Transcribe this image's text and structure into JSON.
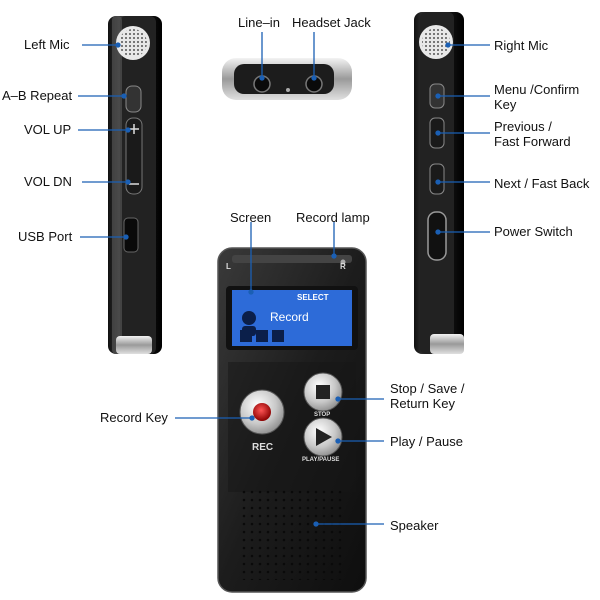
{
  "labels": {
    "left_mic": "Left Mic",
    "ab_repeat": "A–B Repeat",
    "vol_up": "VOL UP",
    "vol_dn": "VOL DN",
    "usb_port": "USB Port",
    "line_in": "Line–in",
    "headset_jack": "Headset Jack",
    "screen": "Screen",
    "record_lamp": "Record lamp",
    "record_key": "Record Key",
    "stop_save": "Stop / Save /",
    "return_key": "Return Key",
    "play_pause": "Play / Pause",
    "speaker": "Speaker",
    "right_mic": "Right Mic",
    "menu_confirm": "Menu /Confirm",
    "menu_key": "Key",
    "previous": "Previous /",
    "fast_forward": "Fast Forward",
    "next_fast_back": "Next / Fast Back",
    "power_switch": "Power Switch"
  },
  "device": {
    "screen_select": "SELECT",
    "screen_mode": "Record",
    "rec_label": "REC",
    "stop_label": "STOP",
    "play_label": "PLAY/PAUSE",
    "left_marker": "L",
    "right_marker": "R"
  }
}
